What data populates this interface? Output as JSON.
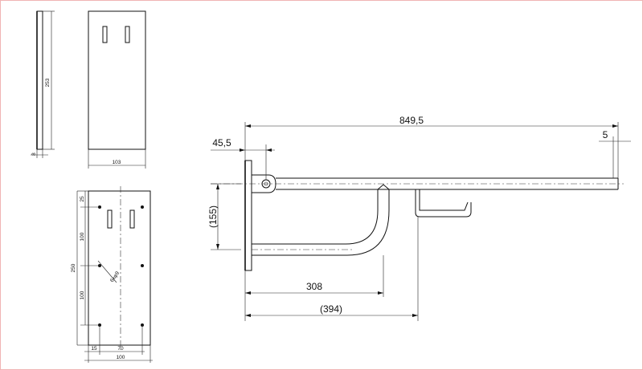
{
  "side_view": {
    "height_label": "253",
    "thickness_label": "8"
  },
  "front_view": {
    "width_label": "103"
  },
  "plate_view": {
    "spacing_top": "25",
    "spacing_mid1": "100",
    "spacing_mid2": "100",
    "total_height": "250",
    "left_margin": "15",
    "hole_spacing": "70",
    "total_width": "100",
    "hole_note": "6xφ9"
  },
  "grab_bar": {
    "overall_length": "849,5",
    "offset_left": "45,5",
    "end_offset": "5",
    "height": "(155)",
    "reach": "308",
    "reach_total": "(394)"
  }
}
